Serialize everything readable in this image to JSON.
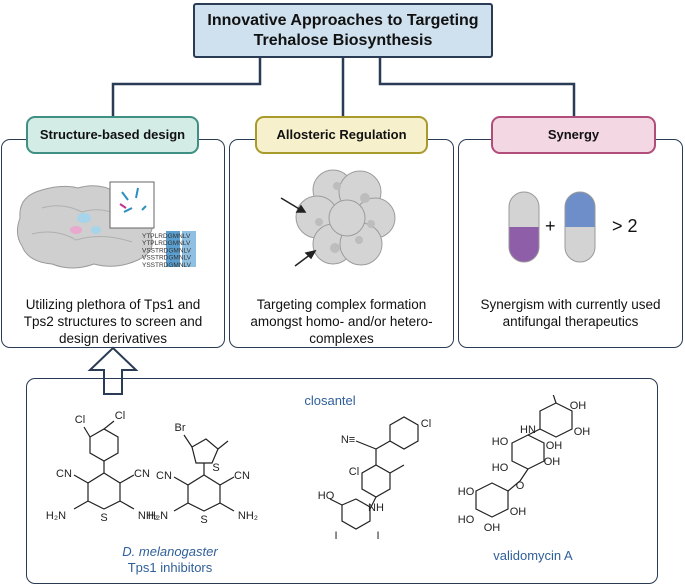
{
  "title": "Innovative Approaches to Targeting Trehalose Biosynthesis",
  "panels": [
    {
      "label": "Structure-based design",
      "caption": "Utilizing plethora of Tps1 and Tps2 structures to screen and design derivatives"
    },
    {
      "label": "Allosteric Regulation",
      "caption": "Targeting complex formation amongst homo- and/or hetero-complexes"
    },
    {
      "label": "Synergy",
      "caption": "Synergism with currently used antifungal therapeutics"
    }
  ],
  "synergy": {
    "plus": "+",
    "result": "> 2"
  },
  "compounds": {
    "group1_species": "D. melanogaster",
    "group1_label": "Tps1 inhibitors",
    "closantel": "closantel",
    "validomycin": "validomycin A"
  },
  "alignment_rows": [
    "YTPLRDGMNLV",
    "YTPLRDGMNLV",
    "VSSTRDGMNLV",
    "VSSTRDGMNLV",
    "YSSTRDGMNLV"
  ],
  "atoms": {
    "cl": "Cl",
    "cn": "CN",
    "nh2": "NH₂",
    "h2n": "H₂N",
    "s": "S",
    "br": "Br",
    "n": "N",
    "nh": "NH",
    "ho": "HO",
    "i": "I",
    "oh": "OH",
    "o": "O",
    "h": "H",
    "hn": "HN",
    "n_left": "N≡"
  },
  "colors": {
    "title_bg": "#cfe0ee",
    "teal": "#d3ece6",
    "teal_border": "#3f8f82",
    "yellow": "#f6f1cc",
    "yellow_border": "#a99a2c",
    "pink": "#f3d7e3",
    "pink_border": "#b04d7a",
    "navy": "#2a3b55"
  }
}
